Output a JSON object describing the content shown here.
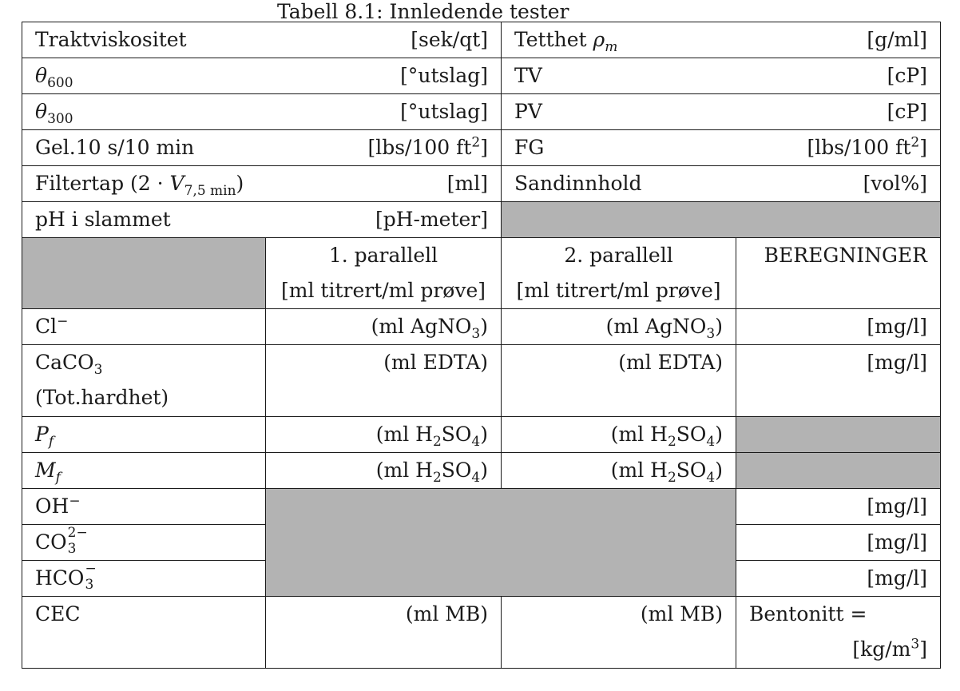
{
  "caption": "Tabell 8.1: Innledende tester",
  "top_rows": [
    {
      "l_label": "Traktviskositet",
      "l_unit": "[sek/qt]",
      "r_label": "Tetthet",
      "r_sym": "ρ",
      "r_sub": "m",
      "r_unit": "[g/ml]"
    },
    {
      "l_sym": "θ",
      "l_sub": "600",
      "l_unit": "[°utslag]",
      "r_label": "TV",
      "r_unit": "[cP]"
    },
    {
      "l_sym": "θ",
      "l_sub": "300",
      "l_unit": "[°utslag]",
      "r_label": "PV",
      "r_unit": "[cP]"
    },
    {
      "l_label": "Gel.10 s/10 min",
      "l_unit_pre": "[lbs/100 ft",
      "l_unit_sup": "2",
      "l_unit_post": "]",
      "r_label": "FG",
      "r_unit_pre": "[lbs/100 ft",
      "r_unit_sup": "2",
      "r_unit_post": "]"
    },
    {
      "l_label_pre": "Filtertap (2 · ",
      "l_label_var": "V",
      "l_label_sub": "7,5 min",
      "l_label_post": ")",
      "l_unit": "[ml]",
      "r_label": "Sandinnhold",
      "r_unit": "[vol%]"
    },
    {
      "l_label": "pH i slammet",
      "l_unit": "[pH-meter]"
    }
  ],
  "header": {
    "par1_line1": "1. parallell",
    "par1_line2": "[ml titrert/ml prøve]",
    "par2_line1": "2. parallell",
    "par2_line2": "[ml titrert/ml prøve]",
    "calc": "BEREGNINGER"
  },
  "cl": {
    "label": "Cl",
    "label_sup": "−",
    "p1_pre": "(ml AgNO",
    "p1_sub": "3",
    "p1_post": ")",
    "p2_pre": "(ml AgNO",
    "p2_sub": "3",
    "p2_post": ")",
    "unit": "[mg/l]"
  },
  "caco3": {
    "label_pre": "CaCO",
    "label_sub": "3",
    "label_line2": "(Tot.hardhet)",
    "p1": "(ml EDTA)",
    "p2": "(ml EDTA)",
    "unit": "[mg/l]"
  },
  "pf": {
    "sym": "P",
    "sub": "f",
    "p1_pre": "(ml H",
    "p1_sub1": "2",
    "p1_mid": "SO",
    "p1_sub2": "4",
    "p1_post": ")",
    "p2_pre": "(ml H",
    "p2_sub1": "2",
    "p2_mid": "SO",
    "p2_sub2": "4",
    "p2_post": ")"
  },
  "mf": {
    "sym": "M",
    "sub": "f",
    "p1_pre": "(ml H",
    "p1_sub1": "2",
    "p1_mid": "SO",
    "p1_sub2": "4",
    "p1_post": ")",
    "p2_pre": "(ml H",
    "p2_sub1": "2",
    "p2_mid": "SO",
    "p2_sub2": "4",
    "p2_post": ")"
  },
  "oh": {
    "label": "OH",
    "label_sup": "−",
    "unit": "[mg/l]"
  },
  "co3": {
    "label": "CO",
    "label_sub": "3",
    "label_sup": "2−",
    "unit": "[mg/l]"
  },
  "hco3": {
    "label": "HCO",
    "label_sub": "3",
    "label_sup": "−",
    "unit": "[mg/l]"
  },
  "cec": {
    "label": "CEC",
    "p1": "(ml MB)",
    "p2": "(ml MB)",
    "calc_line1": "Bentonitt =",
    "calc_unit_pre": "[kg/m",
    "calc_unit_sup": "3",
    "calc_unit_post": "]"
  },
  "colors": {
    "shade": "#b3b3b3",
    "border": "#1a1a1a"
  }
}
